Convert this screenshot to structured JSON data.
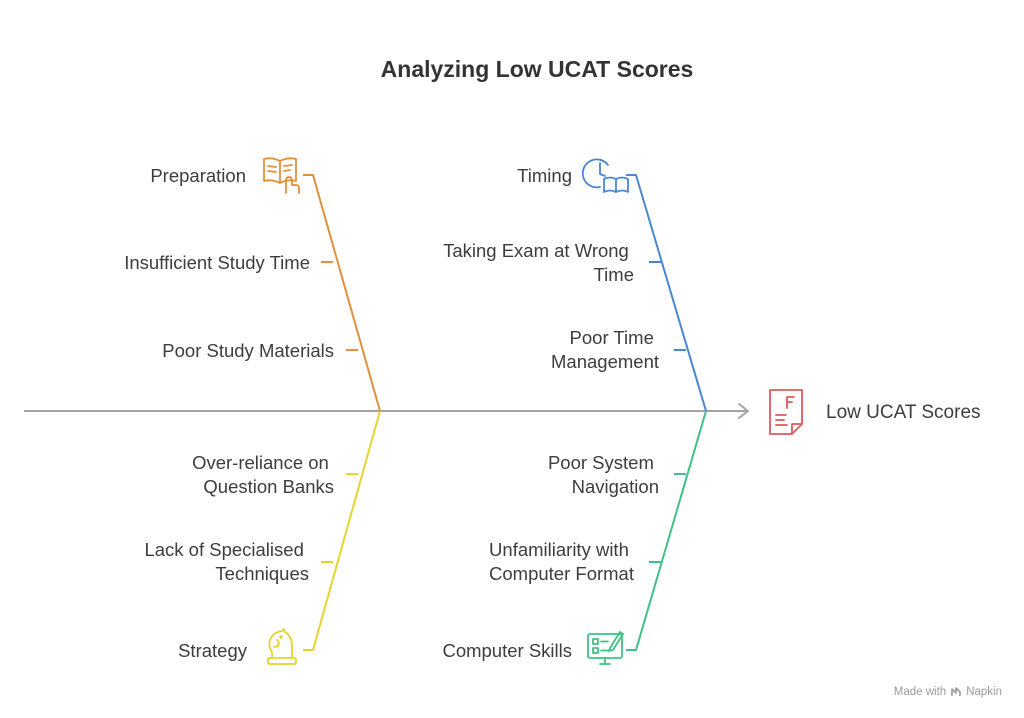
{
  "title": "Analyzing Low UCAT Scores",
  "effect": {
    "label": "Low UCAT Scores",
    "icon": "grade-f-document-icon",
    "color": "#e05a5a"
  },
  "spine_color": "#a3a3a3",
  "categories": {
    "preparation": {
      "label": "Preparation",
      "icon": "open-book-hand-icon",
      "color": "#e0913c",
      "causes": [
        {
          "lines": [
            "Insufficient Study Time"
          ]
        },
        {
          "lines": [
            "Poor Study Materials"
          ]
        }
      ]
    },
    "timing": {
      "label": "Timing",
      "icon": "clock-book-icon",
      "color": "#4a86d4",
      "causes": [
        {
          "lines": [
            "Taking Exam at Wrong",
            "Time"
          ]
        },
        {
          "lines": [
            "Poor Time",
            "Management"
          ]
        }
      ]
    },
    "strategy": {
      "label": "Strategy",
      "icon": "chess-knight-icon",
      "color": "#e6d42e",
      "causes": [
        {
          "lines": [
            "Over-reliance on",
            "Question Banks"
          ]
        },
        {
          "lines": [
            "Lack of Specialised",
            "Techniques"
          ]
        }
      ]
    },
    "computer_skills": {
      "label": "Computer Skills",
      "icon": "computer-checklist-icon",
      "color": "#3fc285",
      "causes": [
        {
          "lines": [
            "Poor System",
            "Navigation"
          ]
        },
        {
          "lines": [
            "Unfamiliarity with",
            "Computer Format"
          ]
        }
      ]
    }
  },
  "footer": {
    "made_with": "Made with",
    "brand": "Napkin"
  }
}
